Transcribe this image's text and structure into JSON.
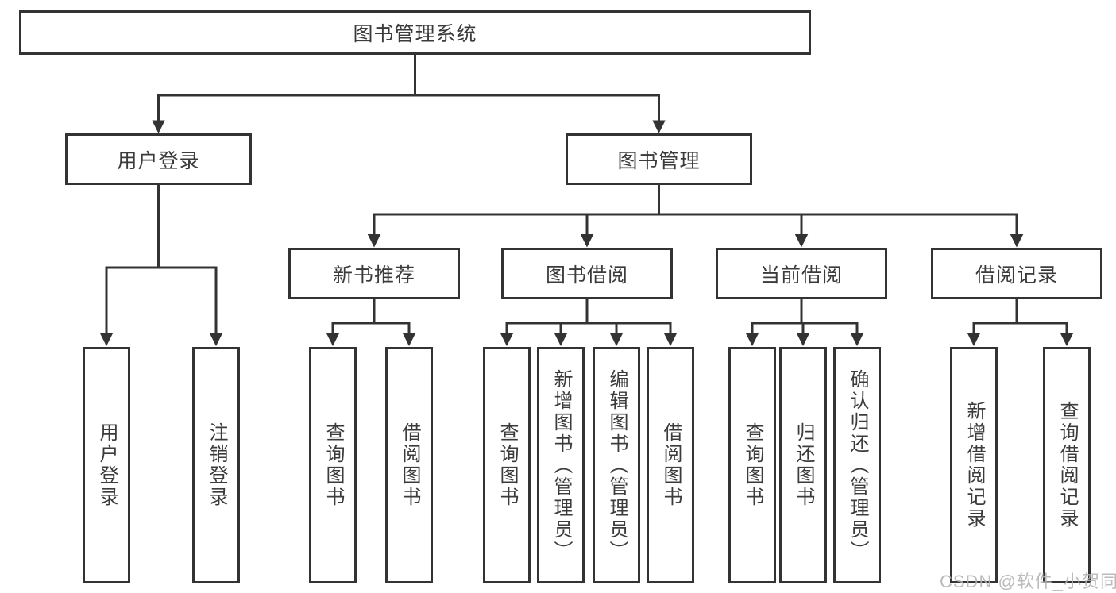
{
  "diagram": {
    "type": "hierarchy-tree",
    "colors": {
      "line": "#333333",
      "text": "#3b3b3b",
      "box_background": "#ffffff",
      "watermark": "#b2b2b2",
      "background": "#ffffff"
    },
    "root": {
      "label": "图书管理系统"
    },
    "level2": [
      {
        "label": "用户登录",
        "parent": "图书管理系统"
      },
      {
        "label": "图书管理",
        "parent": "图书管理系统"
      }
    ],
    "level3": [
      {
        "label": "新书推荐",
        "parent": "图书管理"
      },
      {
        "label": "图书借阅",
        "parent": "图书管理"
      },
      {
        "label": "当前借阅",
        "parent": "图书管理"
      },
      {
        "label": "借阅记录",
        "parent": "图书管理"
      }
    ],
    "leaves": [
      {
        "label": "用户登录",
        "parent": "用户登录"
      },
      {
        "label": "注销登录",
        "parent": "用户登录"
      },
      {
        "label": "查询图书",
        "parent": "新书推荐"
      },
      {
        "label": "借阅图书",
        "parent": "新书推荐"
      },
      {
        "label": "查询图书",
        "parent": "图书借阅"
      },
      {
        "label": "新增图书（管理员）",
        "parent": "图书借阅"
      },
      {
        "label": "编辑图书（管理员）",
        "parent": "图书借阅"
      },
      {
        "label": "借阅图书",
        "parent": "图书借阅"
      },
      {
        "label": "查询图书",
        "parent": "当前借阅"
      },
      {
        "label": "归还图书",
        "parent": "当前借阅"
      },
      {
        "label": "确认归还（管理员）",
        "parent": "当前借阅"
      },
      {
        "label": "新增借阅记录",
        "parent": "借阅记录"
      },
      {
        "label": "查询借阅记录",
        "parent": "借阅记录"
      }
    ],
    "watermark": "CSDN @软件_小贺同学"
  }
}
